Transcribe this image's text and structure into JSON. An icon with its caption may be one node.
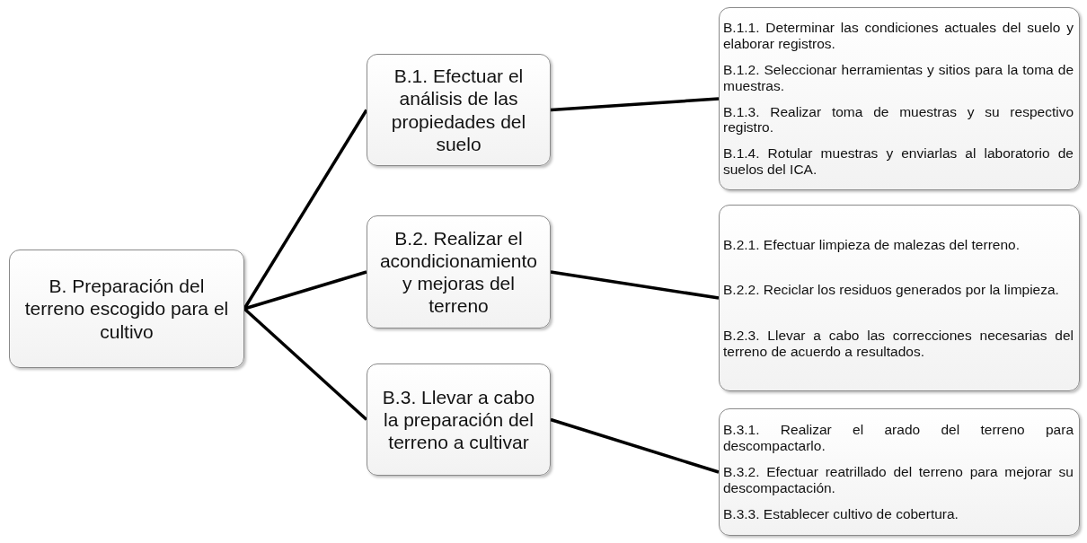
{
  "diagram": {
    "nodes": [
      {
        "text": [
          "B. Preparación del terreno escogido para el cultivo"
        ]
      },
      {
        "text": [
          "B.1. Efectuar el análisis de las propiedades del suelo"
        ]
      },
      {
        "text": [
          "B.1.1. Determinar las condiciones actuales del suelo y elaborar registros.",
          "B.1.2. Seleccionar herramientas y sitios para la toma de muestras.",
          "B.1.3. Realizar toma de muestras y su respectivo registro.",
          "B.1.4. Rotular muestras y enviarlas al laboratorio de suelos del ICA."
        ]
      },
      {
        "text": [
          "B.2. Realizar el acondicionamiento y mejoras del terreno"
        ]
      },
      {
        "text": [
          "B.2.1. Efectuar limpieza de malezas del terreno.",
          "B.2.2. Reciclar los residuos generados por la limpieza.",
          "B.2.3. Llevar a cabo las correcciones necesarias del terreno de acuerdo a resultados."
        ]
      },
      {
        "text": [
          "B.3. Llevar a cabo la preparación del terreno a cultivar"
        ]
      },
      {
        "text": [
          "B.3.1. Realizar el arado del terreno para descompactarlo.",
          "B.3.2. Efectuar reatrillado del terreno para mejorar su descompactación.",
          "B.3.3.  Establecer cultivo de cobertura."
        ]
      }
    ],
    "edges": [
      {
        "from": 0,
        "to": 1,
        "arrow": "none"
      },
      {
        "from": 0,
        "to": 3,
        "arrow": "none"
      },
      {
        "from": 0,
        "to": 5,
        "arrow": "none"
      },
      {
        "from": 1,
        "to": 2,
        "arrow": "none"
      },
      {
        "from": 3,
        "to": 4,
        "arrow": "none"
      },
      {
        "from": 5,
        "to": 6,
        "arrow": "none"
      }
    ]
  }
}
